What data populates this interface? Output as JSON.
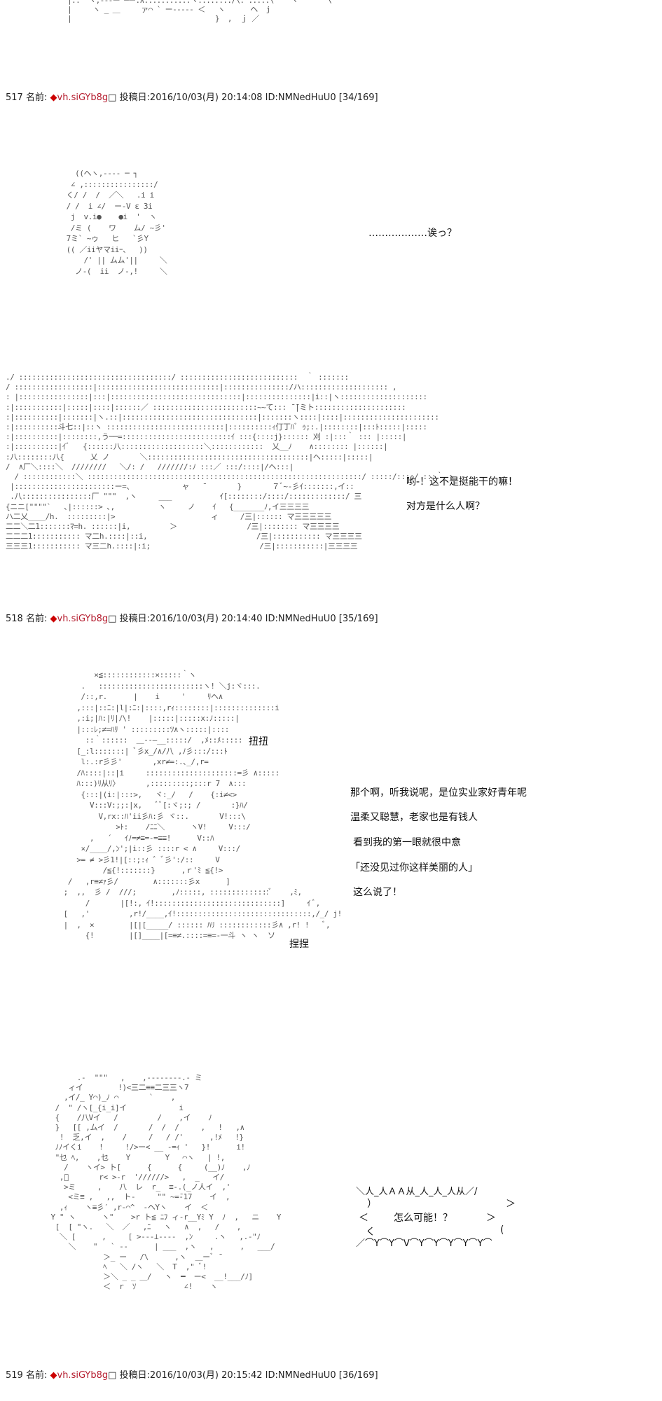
{
  "posts": [
    {
      "num": "517",
      "name_label": "名前:",
      "trip": "◆vh.siGYb8g",
      "posted_label": "投稿日:",
      "date": "2016/10/03(月) 20:14:08",
      "id": "ID:NMNedHuU0",
      "count": "[34/169]"
    },
    {
      "num": "518",
      "name_label": "名前:",
      "trip": "◆vh.siGYb8g",
      "posted_label": "投稿日:",
      "date": "2016/10/03(月) 20:14:40",
      "id": "ID:NMNedHuU0",
      "count": "[35/169]"
    },
    {
      "num": "519",
      "name_label": "名前:",
      "trip": "◆vh.siGYb8g",
      "posted_label": "投稿日:",
      "date": "2016/10/03(月) 20:15:42",
      "id": "ID:NMNedHuU0",
      "count": "[36/169]"
    }
  ],
  "dialogue": {
    "p517_line": "………………诶っ？",
    "p518_line1": "哟-！这不是挺能干的嘛！",
    "p518_line2": "对方是什么人啊？",
    "sfx_twist": "扭扭",
    "sfx_pinch": "捏捏",
    "p519_line1": "那个啊，听我说呢，是位实业家好青年呢",
    "p519_line2": "温柔又聪慧，老家也是有钱人",
    "p519_line3": "看到我的第一眼就很中意",
    "p519_line4": "「还没见过你这样美丽的人」",
    "p519_line5": "这么说了！",
    "shout_top": "＼人_人ＡＡ从_人_人_人从／/",
    "shout_right1": "）",
    "shout_right2": "＞",
    "shout_left": "＜",
    "shout_text": "怎么可能！？",
    "shout_left2": "く",
    "shout_right3": "(",
    "shout_bottom": "／⌒Y⌒Y⌒V⌒Y⌒Y⌒Y⌒Y⌒Y⌒"
  },
  "art": {
    "top": "   |:.  ヽ,--‐ー ─ー.∧:::::::::::ヽ.:::::::/\\. :::::\\    ヽ       \\\n   |     ヽ _ ＿     ァ⌒ ` ー----- ＜   ヽ      ヘ  j\n   |                                  }  ,  ｊ ／",
    "a517": "     ((ヘヽ,--‐‐ ─ ┐\n    ∠ ,::::::::::::::::/\n   く/ /  /  ／＼   .i i\n   / /  i ∠/  ー-V ε 3i\n    j  v.i●    ●i  '  ヽ\n    /ミ (    ワ    ム/ ~彡'\n   7ミ` ~ゥ   ヒ   `彡Y\n   (( ／iiヤマiiｰ、  ))\n       /' || ムム'||     ＼\n     ノ-(  ii  ノ-,!     ＼",
    "a518": "./ :::::::::::::::::::::::::::::::::::/ :::::::::::::::::::::::::::  ｀ :::::::\n/ ::::::::::::::::::|::::::::::::::::::::::::::::|:::::::::::::::/ハ:::::::::::::::::::: ,\n: |::::::::::::::::|:::|::::::::::::::::::::::::::::::|:::::::::::::::|i::|ヽ::::::::::::::::::::\n:|:::::::::::|:::::|::::|::::::／ ::::::::::::::::::::::::~~て::: ̄ ̄|ミト:::::::::::::::::::::\n:|::::::::::|:::::::|ヽ.::|:::::::::::::::::::::::::::::::|:::::::ヽ::::|::::|::::::::::::::::::::::\n:|::::::::::斗七::|::ヽ :::::::::::::::::::::::::::|::::::::::ｨ仃丁ﾊﾞ ｩ;:.|::::::::|:::ﾄ:::::|:::::\n:|::::::::::|::::::::,う──=:::::::::::::::::::::::::ｲ :::{::::j}:::::: 刈 :|:::｀ ::: |:::::|\n:|::::::::::|ｲﾞ   {::::::八:::::::::::::::::::＼::::::::::::  乂__ﾉ    ∧:::::::: |::::::|\n:八::::::::八{      乂 ノ       ＼:::::::::::::::::::::::::::::::::::::|ヘ:::::|:::::|\n/  ∧厂＼::::＼  ////////   ＼/: /   ///////:ﾉ :::／ :::/::::|/ヘ:::|\n  / ::::::::::::＼ :::::::::::::::::::::::::::::::::::::::::::::::::::::::::::::::/ :::::/::::/ :::｀ ヽ\n |:::::::::::::::::::::::ー=、           ャ   ̄        }       ７ﾞ~-彡ｲ:::::::,イ::\n .八::::::::::::::::厂 \"\"\"  ,ヽ     ___           ｲ[::::::::/::::/:::::::::::::/ 三\n{ニニ[\"\"\"\"`   ､|::::::> ､,          ヽ     ノ    ｲ   {_______ﾉ,イ三三三三\nハ二乂____/h.  :::::::::|>                      ィ     /三|:::::: マ三三三三三\n二二＼二1:::::::ﾏ=h. ::::::|i,         ＞                /三|:::::::: マ三三三三\n二二二1::::::::::: マ二h.::::|::i,                         /三|::::::::::: マ三三三三\n三三三1::::::::::: マ三二h.::::|:i;                         /三|:::::::::::|三三三三",
    "a519": "          ×≦::::::::::::×:::::｀ヽ\n       .   ::::::::::::::::::::::::ヽ! ＼j:ヾ:::.\n       /::,r.      |    i     '     ﾘヘ∧\n      ,:::|::ﾆ:|l|:ﾆ:|::::,rｨ::::::::|::::::::::::::i\n      ,:i;|ﾊ:|ﾘ|ﾉ\\!    |:::::|:::::x:ﾉ:::::|\n      |:::ﾚ;≠=ﾊﾘ ' :::::::::ﾂ∧ヽ:::::|::::\n        ::｀::::::  ＿--―__:::::/  ,ﾒ::ﾒ:::::\n      [_:l:::::::| ﾞ彡x_/∧/八 ,ﾉ彡:::/:::ﾄ\n       l:.:r彡彡'       ,xr≠=:.､_/,r=\n      /ﾊ::::|::|i     :::::::::::::::::::::=彡 ∧:::::\n      ﾊ:::)ﾘ从ﾘ〉      ,:::::::::;:::r 7  ∧:::\n       {:::|(i:|:::>,   ヾ:_/   /    {:i≠<>\n         V:::V:;;:|x,   ﾞﾞ[:ヾ;:; /       :}ﾊ/\n           V,rx::ﾊ'ii彡ﾊ:彡 ヾ::.       V!:::\\\n               >ﾄ:    /ﾆﾆ＼      ヽV!     V:::/\n         ,   ´   ｲﾉ=≠≡=-=≡≡!      V::ﾊ\n       ×/____/,ﾝ';|i::彡 ::::r < ∧     V:::/\n      >= ≠ >彡1!|[::;:ｨ ゛ﾞ彡':/::     V\n            /≦{!:::::::}      ,ｒ'ﾐ ≦{!>\n    /   ,r≡≠ｧ彡/        ∧:::::::彡x      ]\n   ;  ,,  彡 /  ///;        ,ﾉ:::::, ::::::::::::::ﾞ    ,ﾐ,\n        /       |[!:, ｲ!:::::::::::::::::::::::::::::]     ｲ ﾞ,\n   [   ,'         ,r!/____,ｲ!:::::::::::::::::::::::::::::::,/_/ j!\n   |  ,  ×        |[|[_____/ :::::: ﾊﾘ ::::::::::::彡∧ ,r! !   ﾞ,\n        {!        |[]____|[=≡≠.::::=≡=-一斗 ヽ ヽ  ソ",
    "a519b": "        .-  \"\"\"   ,    ,--------.- ミ\n      ィイ        !)<三二≡≡二三三ヽ7\n     ,イ/_ Y⌒)_ﾉ ⌒       `    ,\n   /  \" /ヽ[_{i_i]イ            i\n   {    /八Vイ   /         /    ,イ    ﾉ\n   }   [[ ,ムイ  /       /  /  /     ,   !   ,∧\n    !  乏,イ  ,    /     /   / /'      ,!ﾒ   !}\n   ﾉﾉイくi    !     !/>ー< __ -=ｨ '   }!      i!\n   \"乜 ﾍ,    ,乜    Y        Y   ⌒ヽ   | !,\n     /    ヽイ> ト[      {      {     (__)ﾉ    ,ﾉ\n    ,ﾞ       r< >-r  '//////>   ,  _   イ/\n     >ミ     ,    八  レ  r_  ≡-.(_ノ人イ  ,'\n      <ミ≡ ,   ,,  ト-     \"\" ~=̄-17    イ  ,\n    ,ｨ    ヽ≡彡′ ,r‐⌒^  ‐ヘYヽ    イ  ＜\n  Y \" ヽ      ヽ\"    >r ト≦ ﾆﾌ ィ-r__Yﾐ Y  ﾉ  ,   ニ    Y\n   [  [ \"ヽ.   ＼  ／   ,ﾆ   ヽ   ∧  ,   /    ,\n    ＼ [      ,     [ >---⊥---‐  ,ﾝ     .ヽ   ,.-\"ﾉ\n      ＼    \"   ` --      | ___  ,ヽ   ,      ,   ___/\n              ＞_ ー   /\\      ,ヽ  ＿ーﾞ ̄\n              ﾍ   ＼ /ヽ   ＼  T  ,\" ﾞ!\n              ＞＼ _ _ ＿/   ヽ  ━  ー<  __!___/ﾉ]\n              ＜  r  ｿ           ∠!    ヽ"
  }
}
